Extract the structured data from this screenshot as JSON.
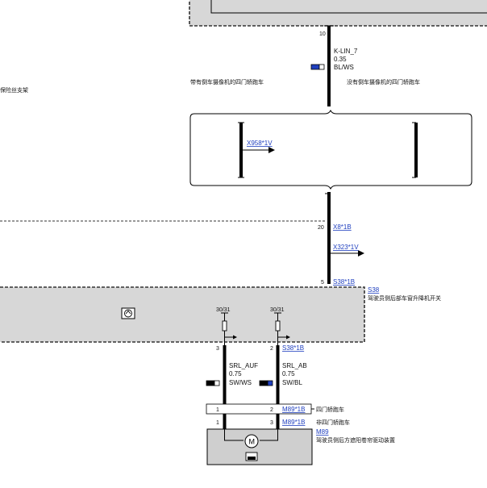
{
  "top_connector": {
    "pin": "10",
    "wire_name": "K-LIN_7",
    "wire_size": "0.35",
    "wire_color": "BL/WS"
  },
  "left_stub_label": "保险丝支架",
  "variant_left": "带有倒车摄像机的四门轿跑车",
  "variant_right": "没有倒车摄像机的四门轿跑车",
  "connector_x958": "X958*1V",
  "connector_x8": {
    "pin": "20",
    "label": "X8*1B"
  },
  "connector_x323": "X323*1V",
  "connector_s38": {
    "pin": "5",
    "label": "S38*1B"
  },
  "switch_s38": {
    "code": "S38",
    "desc": "驾驶员侧后部车窗升降机开关",
    "supply_left": "30/31",
    "supply_right": "30/31"
  },
  "wire_auf": {
    "pin": "3",
    "name": "SRL_AUF",
    "size": "0.75",
    "color": "SW/WS"
  },
  "wire_ab": {
    "pin": "2",
    "connector": "S38*1B",
    "name": "SRL_AB",
    "size": "0.75",
    "color": "SW/BL"
  },
  "m89_row1": {
    "pin_left": "1",
    "pin_right": "2",
    "connector": "M89*1B",
    "desc": "四门轿跑车"
  },
  "m89_row2": {
    "pin_left": "1",
    "pin_right": "3",
    "connector": "M89*1B",
    "desc": "非四门轿跑车"
  },
  "motor_m89": {
    "code": "M89",
    "desc": "驾驶员侧后方遮阳卷帘驱动装置"
  },
  "colors": {
    "blue": "#1f3fbf",
    "box_fill": "#d7d7d7",
    "motor_fill": "#cfcfcf"
  }
}
